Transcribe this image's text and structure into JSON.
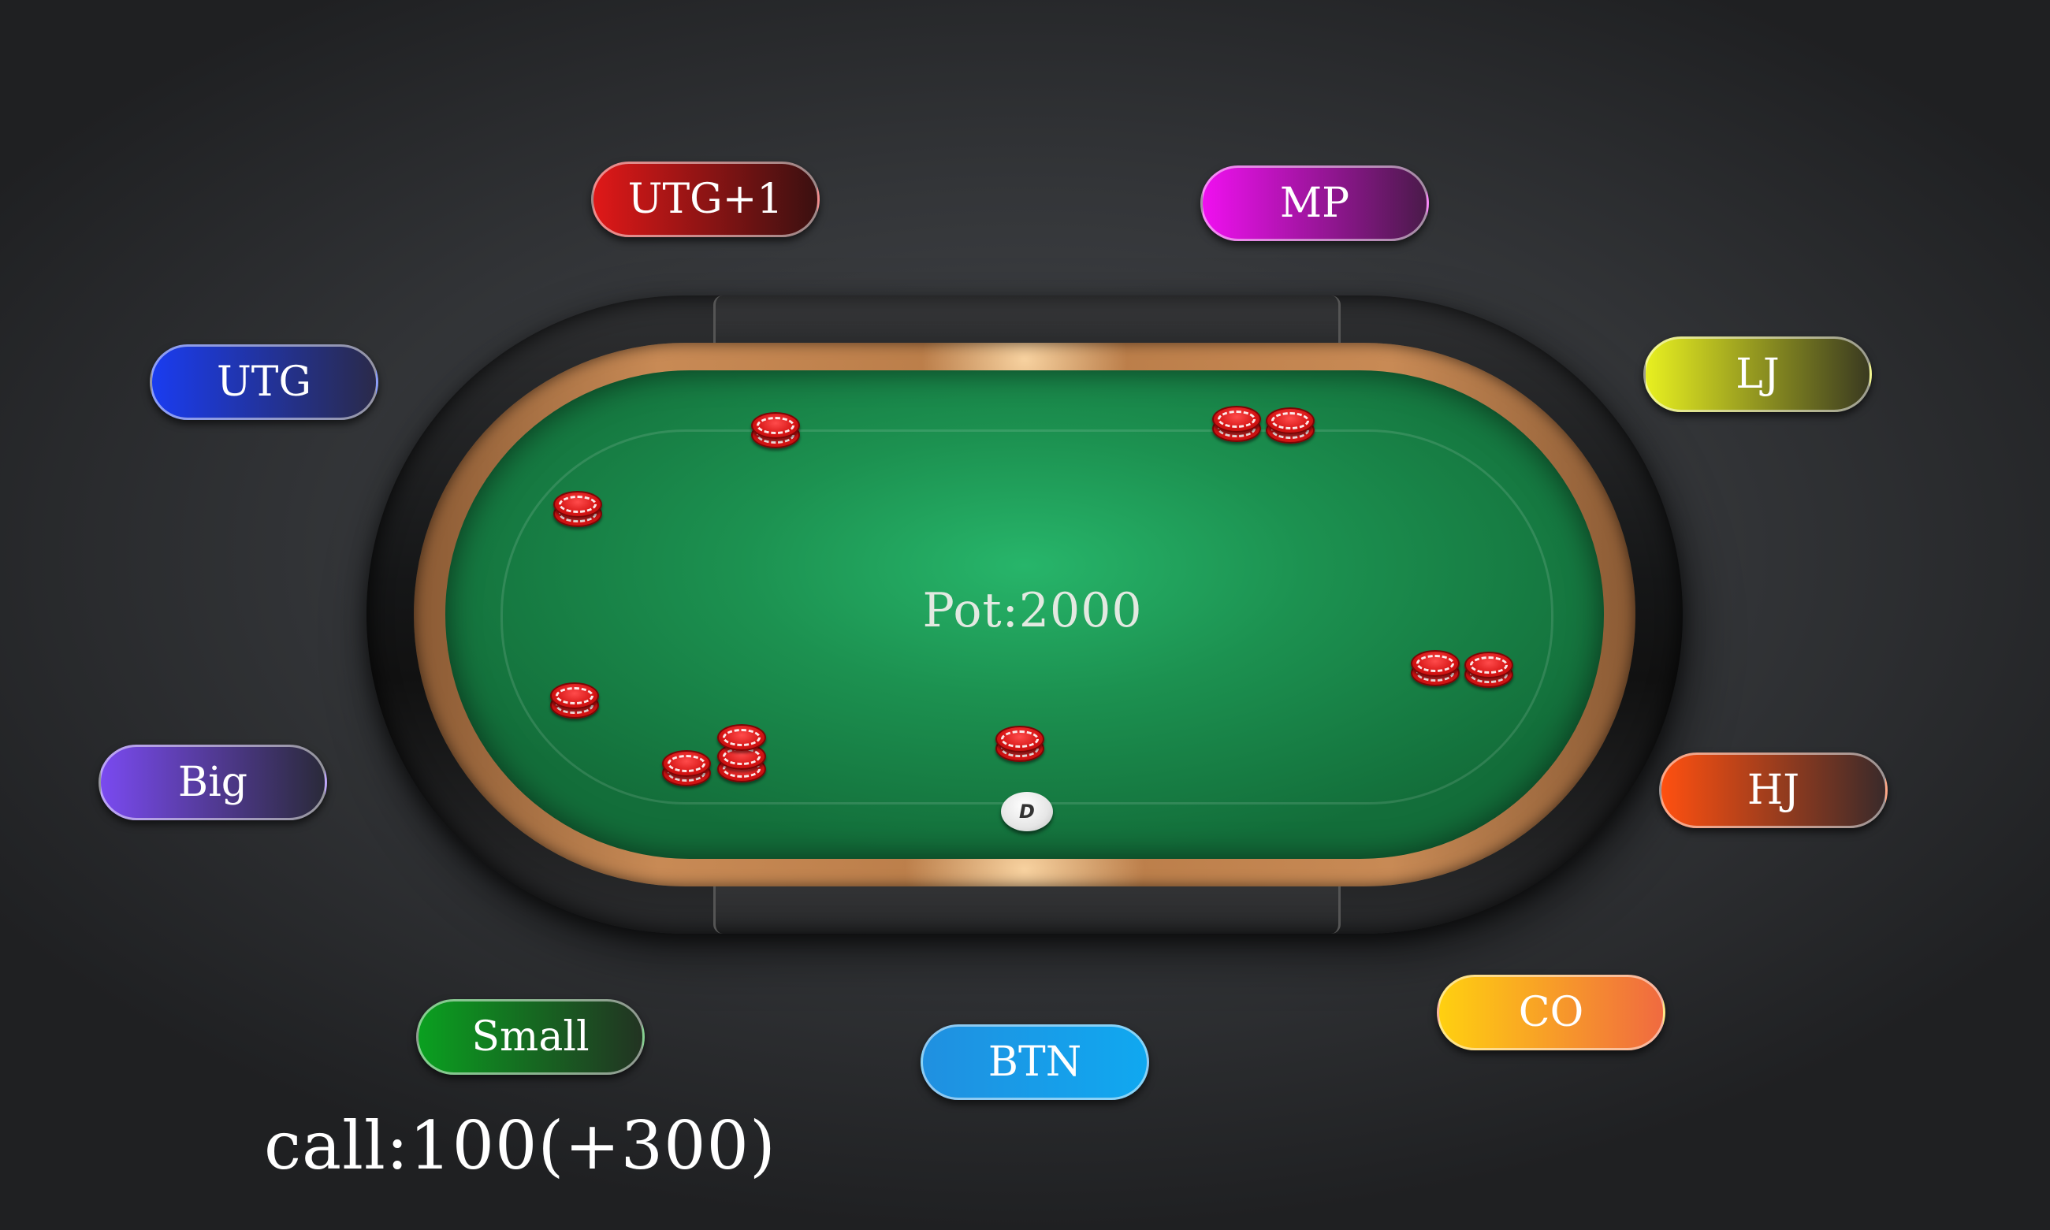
{
  "pot": {
    "label": "Pot:2000"
  },
  "dealer_button": {
    "label": "D"
  },
  "action": {
    "text": "call:100(+300)"
  },
  "seats": {
    "utg1": {
      "label": "UTG+1",
      "colors": [
        "#e01818",
        "#3a1010"
      ]
    },
    "mp": {
      "label": "MP",
      "colors": [
        "#f010f0",
        "#4a1a4a"
      ]
    },
    "utg": {
      "label": "UTG",
      "colors": [
        "#1a3cf0",
        "#2a2a4a"
      ]
    },
    "lj": {
      "label": "LJ",
      "colors": [
        "#e8f020",
        "#3a3a20"
      ]
    },
    "big": {
      "label": "Big",
      "colors": [
        "#7a4af0",
        "#2a2a3a"
      ]
    },
    "hj": {
      "label": "HJ",
      "colors": [
        "#ff5010",
        "#3a2a2a"
      ]
    },
    "small": {
      "label": "Small",
      "colors": [
        "#0aa020",
        "#223322"
      ]
    },
    "btn": {
      "label": "BTN",
      "colors": [
        "#2090e0",
        "#10a8f0"
      ]
    },
    "co": {
      "label": "CO",
      "colors": [
        "#ffd010",
        "#f06a40"
      ]
    }
  }
}
